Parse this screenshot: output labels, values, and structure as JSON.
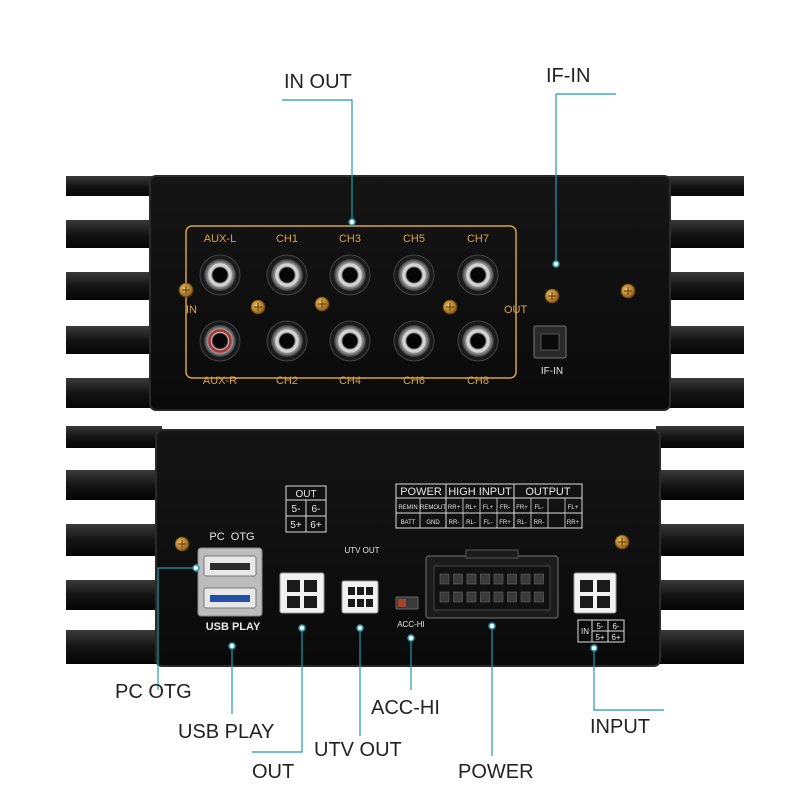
{
  "callouts": {
    "in_out": "IN OUT",
    "if_in": "IF-IN",
    "pc_otg": "PC OTG",
    "usb_play": "USB PLAY",
    "out": "OUT",
    "utv_out": "UTV OUT",
    "acc_hi": "ACC-HI",
    "power": "POWER",
    "input": "INPUT"
  },
  "top_panel": {
    "top_row_labels": [
      "AUX-L",
      "CH1",
      "CH3",
      "CH5",
      "CH7"
    ],
    "bottom_row_labels": [
      "AUX-R",
      "CH2",
      "CH4",
      "CH6",
      "CH8"
    ],
    "in_label": "IN",
    "out_label": "OUT",
    "if_in_label": "IF-IN"
  },
  "bottom_panel": {
    "out_table": {
      "title": "OUT",
      "cells": [
        "5-",
        "6-",
        "5+",
        "6+"
      ]
    },
    "pc_otg_label": "PC  OTG",
    "usb_play_label": "USB PLAY",
    "utv_out_label": "UTV OUT",
    "acc_hi_label": "ACC-HI",
    "pinout": {
      "headers": [
        "POWER",
        "HIGH INPUT",
        "OUTPUT"
      ],
      "row1": [
        "REMIN",
        "REMOUT",
        "RR+",
        "RL+",
        "FL+",
        "FR-",
        "FR+",
        "FL-",
        "FL+"
      ],
      "row2": [
        "BATT",
        "GND",
        "RR-",
        "RL-",
        "FL-",
        "FR+",
        "RL-",
        "RR-",
        "RR+"
      ]
    },
    "in_table": {
      "title": "IN",
      "cells": [
        "5-",
        "6-",
        "5+",
        "6+"
      ]
    }
  },
  "colors": {
    "leader": "#1f9bb0",
    "silkscreen": "#d9a441",
    "chassis": "#0d0d0d",
    "fins": "#1a1a1a"
  }
}
